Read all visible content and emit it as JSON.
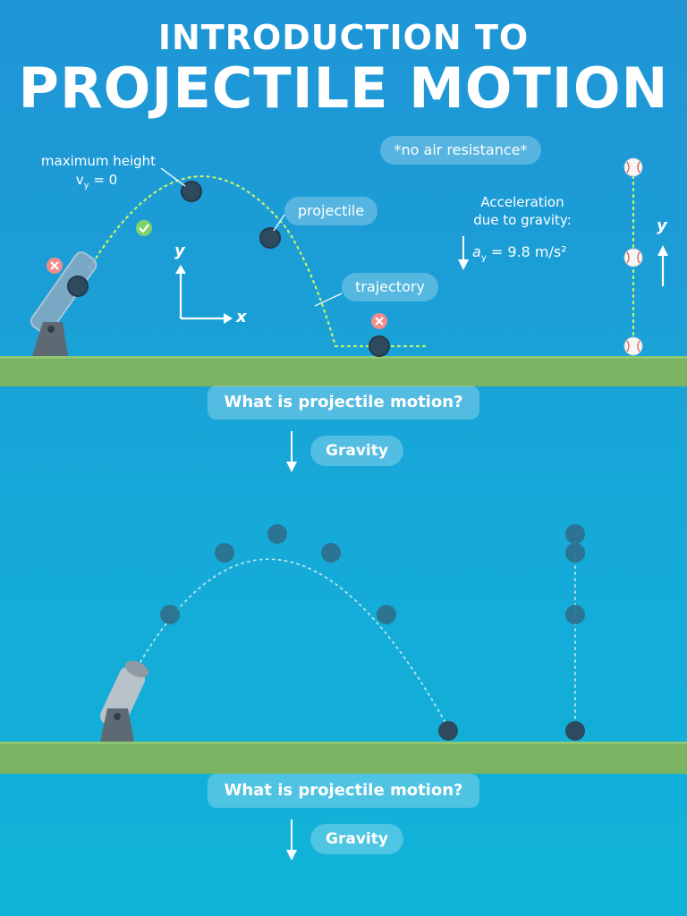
{
  "header": {
    "line1": "INTRODUCTION TO",
    "line2": "PROJECTILE MOTION"
  },
  "diagram": {
    "max_height_label": "maximum height",
    "vy_zero": "v",
    "vy_sub": "y",
    "vy_eq": "= 0",
    "projectile_label": "projectile",
    "trajectory_label": "trajectory",
    "no_air": "*no air resistance*",
    "accel_line1": "Acceleration",
    "accel_line2": "due to gravity:",
    "accel_var": "a",
    "accel_sub": "y",
    "accel_eq": "=  9.8 m/s²",
    "axis_y": "y",
    "axis_x": "x",
    "right_axis_y": "y"
  },
  "sections": [
    {
      "question": "What is projectile motion?",
      "gravity": "Gravity"
    },
    {
      "question": "What is projectile motion?",
      "gravity": "Gravity"
    }
  ],
  "colors": {
    "ground": "#7ab462",
    "ball": "#2e4a5e",
    "trajectory": "#c6f36a",
    "cross": "#f28b8b",
    "check": "#7ed36a",
    "cannon": "#9aa3ab"
  }
}
